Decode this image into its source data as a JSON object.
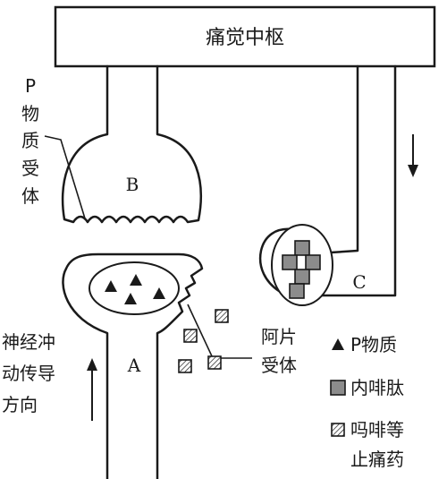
{
  "diagram": {
    "pain_center": "痛觉中枢",
    "neuron_b": "B",
    "neuron_a": "A",
    "neuron_c": "C",
    "p_receptor": [
      "P",
      "物",
      "质",
      "受",
      "体"
    ],
    "opiate_receptor": [
      "阿片",
      "受体"
    ],
    "conduction_direction": [
      "神经冲",
      "动传导",
      "方向"
    ],
    "legend": {
      "p_substance": "P物质",
      "endorphin": "内啡肽",
      "analgesic": [
        "吗啡等",
        "止痛药"
      ]
    }
  }
}
